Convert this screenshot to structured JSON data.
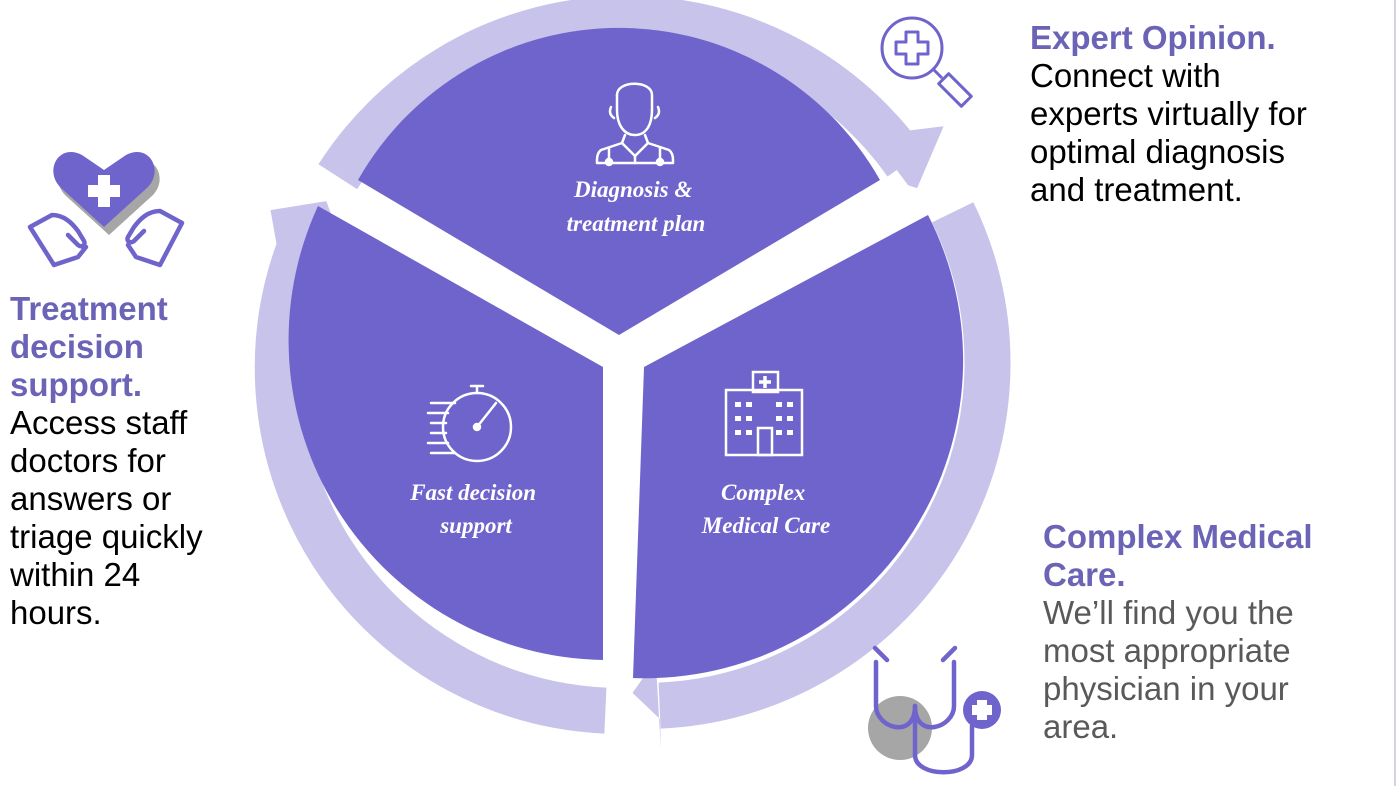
{
  "cycle": {
    "segments": [
      {
        "label_lines": [
          "Diagnosis &",
          "treatment plan"
        ]
      },
      {
        "label_lines": [
          "Complex",
          "Medical Care"
        ]
      },
      {
        "label_lines": [
          "Fast decision",
          "support"
        ]
      }
    ]
  },
  "callouts": {
    "expert": {
      "heading": "Expert Opinion.",
      "body_lines": [
        "Connect with",
        "experts virtually for",
        "optimal diagnosis",
        "and treatment."
      ]
    },
    "treatment": {
      "heading_lines": [
        "Treatment",
        "decision",
        "support."
      ],
      "body_lines": [
        "Access staff",
        "doctors for",
        "answers or",
        "triage quickly",
        "within 24",
        "hours."
      ]
    },
    "complex": {
      "heading_lines": [
        "Complex Medical",
        "Care."
      ],
      "body_lines": [
        "We’ll find you the",
        "most appropriate",
        "physician in your",
        "area."
      ]
    }
  },
  "icons": {
    "expert": "magnifier-medical-cross-icon",
    "treatment": "hands-holding-heart-icon",
    "complex": "stethoscope-icon",
    "diagnosis": "doctor-icon",
    "hospital": "hospital-building-icon",
    "timer": "stopwatch-icon"
  },
  "colors": {
    "segment_fill": "#6f64cc",
    "ring": "#c7c3ea",
    "accent_text": "#6b63b5",
    "body_text": "#000000",
    "muted_text": "#595959",
    "gray_disc": "#a6a6a6"
  }
}
